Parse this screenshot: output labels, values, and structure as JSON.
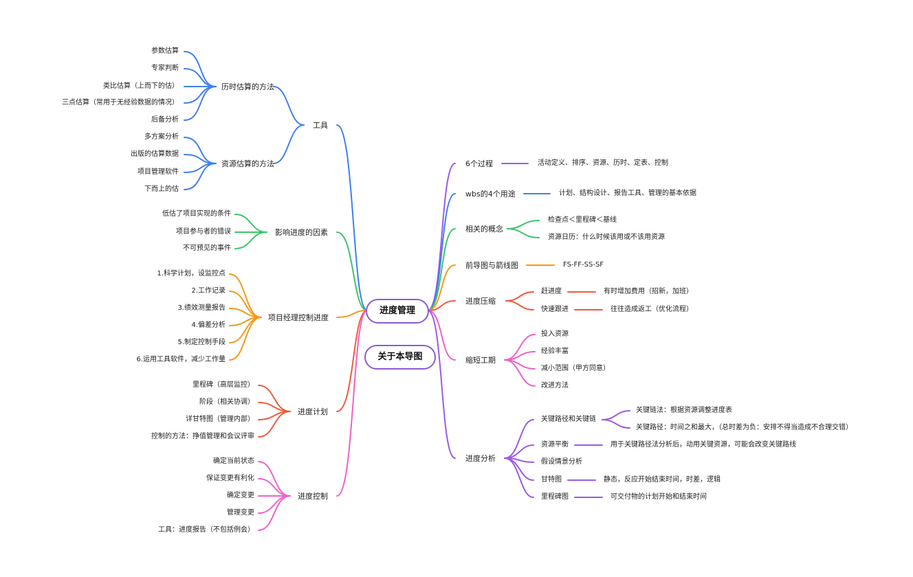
{
  "colors": {
    "blue": "#3f7ff0",
    "green": "#3cc46c",
    "orange": "#f39a1c",
    "red": "#f05a3c",
    "pink": "#f060c8",
    "purple": "#9a5ae6"
  },
  "root": {
    "title": "进度管理"
  },
  "about": {
    "title": "关于本导图"
  },
  "left": {
    "tools": {
      "label": "工具",
      "duration": {
        "label": "历时估算的方法",
        "items": [
          "参数估算",
          "专家判断",
          "类比估算（上而下的估）",
          "三点估算（常用于无经验数据的情况）",
          "后备分析"
        ]
      },
      "resource": {
        "label": "资源估算的方法",
        "items": [
          "多方案分析",
          "出版的估算数据",
          "项目管理软件",
          "下而上的估"
        ]
      }
    },
    "factors": {
      "label": "影响进度的因素",
      "items": [
        "低估了项目实现的条件",
        "项目参与者的错误",
        "不可预见的事件"
      ]
    },
    "pm_control": {
      "label": "项目经理控制进度",
      "items": [
        "1.科学计划，设监控点",
        "2.工作记录",
        "3.绩效测量报告",
        "4.偏差分析",
        "5.制定控制手段",
        "6.运用工具软件，减少工作量"
      ]
    },
    "plan": {
      "label": "进度计划",
      "items": [
        "里程碑（高层监控）",
        "阶段（相关协调）",
        "详甘特图（管理内部）",
        "控制的方法：挣值管理和会议评审"
      ]
    },
    "control": {
      "label": "进度控制",
      "items": [
        "确定当前状态",
        "保证变更有利化",
        "确定变更",
        "管理变更",
        "工具：进度报告（不包括例会）"
      ]
    }
  },
  "right": {
    "six": {
      "label": "6个过程",
      "note": "活动定义、排序、资源、历时、定表、控制"
    },
    "wbs": {
      "label": "wbs的4个用途",
      "note": "计划、结构设计、报告工具、管理的基本依据"
    },
    "concepts": {
      "label": "相关的概念",
      "items": [
        "检查点＜里程碑＜基线",
        "资源日历：什么时候该用或不该用资源"
      ]
    },
    "diagram": {
      "label": "前导图与箭线图",
      "note": "FS-FF-SS-SF"
    },
    "compress": {
      "label": "进度压缩",
      "items": [
        {
          "label": "赶进度",
          "note": "有时增加费用（招新，加班）"
        },
        {
          "label": "快速跟进",
          "note": "往往造成返工（优化流程）"
        }
      ]
    },
    "shorten": {
      "label": "缩短工期",
      "items": [
        "投入资源",
        "经验丰富",
        "减小范围（甲方同意）",
        "改进方法"
      ]
    },
    "analysis": {
      "label": "进度分析",
      "critical": {
        "label": "关键路径和关键链",
        "items": [
          "关键链法：根据资源调整进度表",
          "关键路径：时间之和最大，（总时差为负：安排不得当造成不合理交错）"
        ]
      },
      "items": [
        {
          "label": "资源平衡",
          "note": "用于关键路径法分析后，动用关键资源，可能会改变关键路线"
        },
        {
          "label": "假设情景分析",
          "note": ""
        },
        {
          "label": "甘特图",
          "note": "静态，反应开始结束时间，时差，逻辑"
        },
        {
          "label": "里程碑图",
          "note": "可交付物的计划开始和结束时间"
        }
      ]
    }
  }
}
